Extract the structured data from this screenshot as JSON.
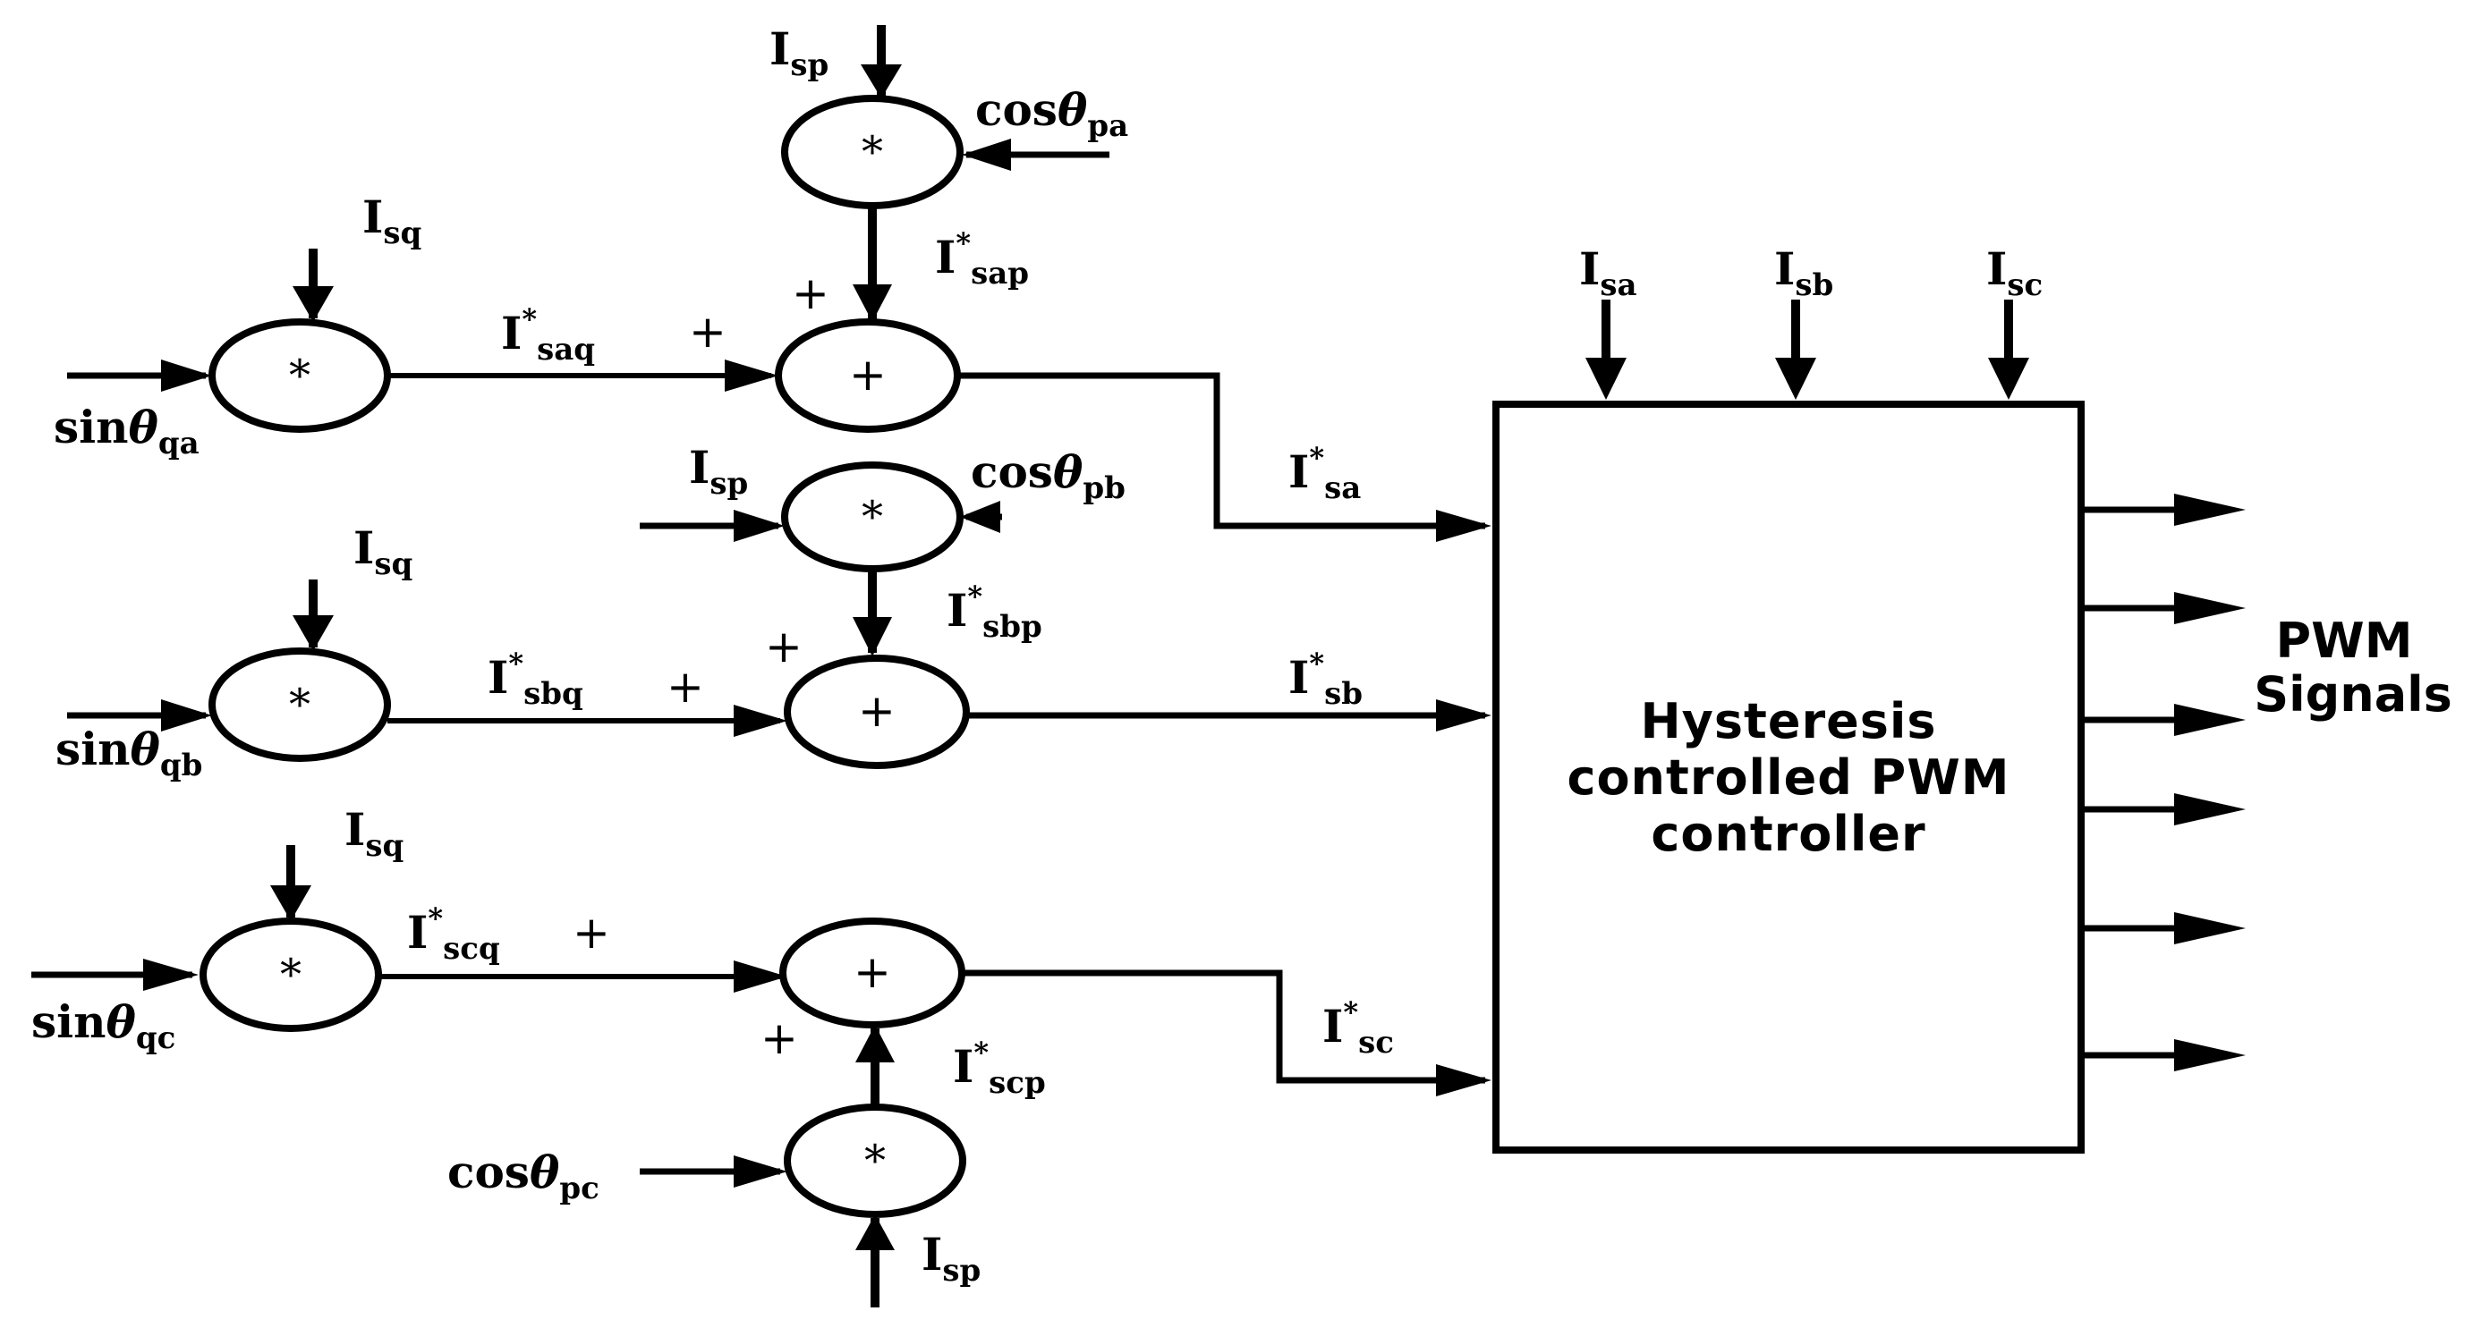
{
  "controller": {
    "line1": "Hysteresis",
    "line2": "controlled PWM",
    "line3": "controller"
  },
  "output": {
    "line1": "PWM",
    "line2": "Signals"
  },
  "operators": {
    "multiply": "*",
    "add": "+"
  },
  "sum_signs": {
    "a_q": "+",
    "a_p": "+",
    "b_q": "+",
    "b_p": "+",
    "c_q": "+",
    "c_p": "+"
  },
  "labels": {
    "isp_a": {
      "main": "I",
      "sub": "sp"
    },
    "cos_pa": {
      "main": "cos",
      "theta": "θ",
      "sub": "pa"
    },
    "isap": {
      "main": "I",
      "sup": "*",
      "sub": "sap"
    },
    "isq_a": {
      "main": "I",
      "sub": "sq"
    },
    "sin_qa": {
      "main": "sin",
      "theta": "θ",
      "sub": "qa"
    },
    "isaq": {
      "main": "I",
      "sup": "*",
      "sub": "saq"
    },
    "isp_b": {
      "main": "I",
      "sub": "sp"
    },
    "cos_pb": {
      "main": "cos",
      "theta": "θ",
      "sub": "pb"
    },
    "isbp": {
      "main": "I",
      "sup": "*",
      "sub": "sbp"
    },
    "isa": {
      "main": "I",
      "sup": "*",
      "sub": "sa"
    },
    "isq_b": {
      "main": "I",
      "sub": "sq"
    },
    "sin_qb": {
      "main": "sin",
      "theta": "θ",
      "sub": "qb"
    },
    "isbq": {
      "main": "I",
      "sup": "*",
      "sub": "sbq"
    },
    "isb": {
      "main": "I",
      "sup": "*",
      "sub": "sb"
    },
    "isq_c": {
      "main": "I",
      "sub": "sq"
    },
    "sin_qc": {
      "main": "sin",
      "theta": "θ",
      "sub": "qc"
    },
    "iscq": {
      "main": "I",
      "sup": "*",
      "sub": "scq"
    },
    "iscp": {
      "main": "I",
      "sup": "*",
      "sub": "scp"
    },
    "isc_ref": {
      "main": "I",
      "sup": "*",
      "sub": "sc"
    },
    "cos_pc": {
      "main": "cos",
      "theta": "θ",
      "sub": "pc"
    },
    "isp_c": {
      "main": "I",
      "sub": "sp"
    },
    "meas_a": {
      "main": "I",
      "sub": "sa"
    },
    "meas_b": {
      "main": "I",
      "sub": "sb"
    },
    "meas_c": {
      "main": "I",
      "sub": "sc"
    }
  }
}
